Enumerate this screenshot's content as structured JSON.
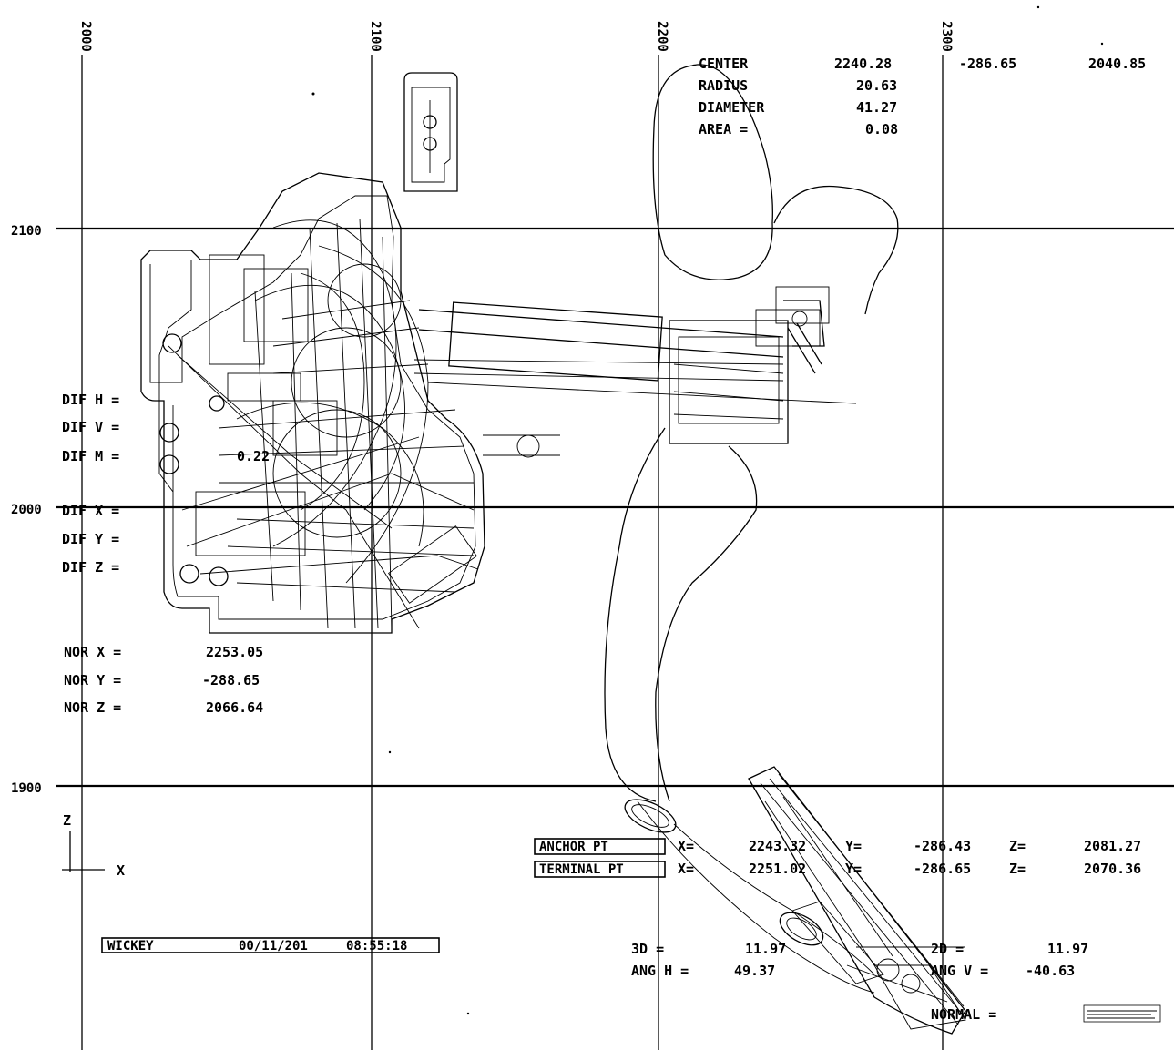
{
  "axes": {
    "x_ticks": [
      "2000",
      "2100",
      "2200",
      "2300"
    ],
    "y_ticks": [
      "2100",
      "2000",
      "1900"
    ],
    "triad": {
      "z": "Z",
      "x": "X"
    }
  },
  "circle_info": {
    "center_label": "CENTER",
    "center_x": "2240.28",
    "center_y": "-286.65",
    "center_z": "2040.85",
    "radius_label": "RADIUS",
    "radius": "20.63",
    "diameter_label": "DIAMETER",
    "diameter": "41.27",
    "area_label": "AREA =",
    "area": "0.08"
  },
  "dif": {
    "h_label": "DIF H =",
    "v_label": "DIF V =",
    "m_label": "DIF M =",
    "m_value": "0.22",
    "x_label": "DIF X =",
    "y_label": "DIF Y =",
    "z_label": "DIF Z ="
  },
  "normal": {
    "x_label": "NOR X =",
    "x_value": "2253.05",
    "y_label": "NOR Y =",
    "y_value": "-288.65",
    "z_label": "NOR Z =",
    "z_value": "2066.64"
  },
  "points": {
    "anchor_label": "ANCHOR PT",
    "anchor_x_label": "X=",
    "anchor_x": "2243.32",
    "anchor_y_label": "Y=",
    "anchor_y": "-286.43",
    "anchor_z_label": "Z=",
    "anchor_z": "2081.27",
    "terminal_label": "TERMINAL PT",
    "terminal_x_label": "X=",
    "terminal_x": "2251.02",
    "terminal_y_label": "Y=",
    "terminal_y": "-286.65",
    "terminal_z_label": "Z=",
    "terminal_z": "2070.36"
  },
  "measure": {
    "d3_label": "3D =",
    "d3_value": "11.97",
    "d2_label": "2D =",
    "d2_value": "11.97",
    "ang_h_label": "ANG H =",
    "ang_h_value": "49.37",
    "ang_v_label": "ANG V =",
    "ang_v_value": "-40.63",
    "normal_label": "NORMAL ="
  },
  "title_block": {
    "user": "WICKEY",
    "date": "00/11/201",
    "time": "08:55:18"
  }
}
